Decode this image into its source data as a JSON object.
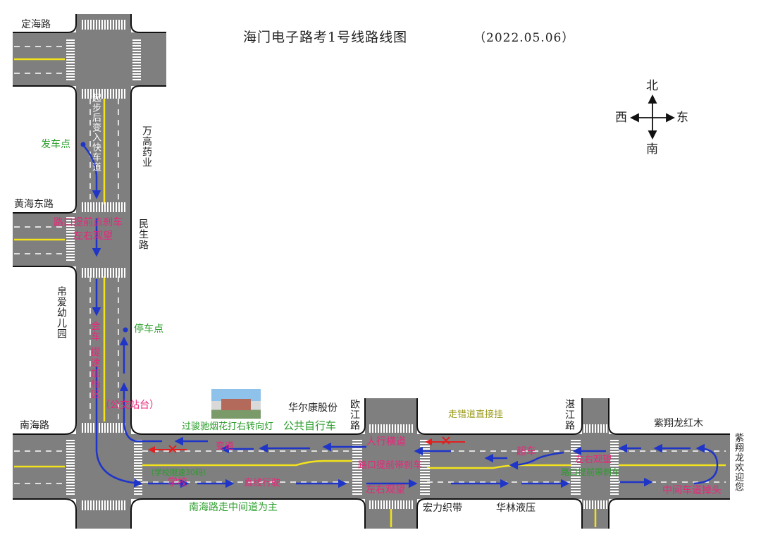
{
  "title": {
    "main": "海门电子路考1号线路线图",
    "date": "（2022.05.06）"
  },
  "compass": {
    "north": "北",
    "south": "南",
    "east": "东",
    "west": "西"
  },
  "roads": {
    "dinghai": "定海路",
    "huanghai_east": "黄海东路",
    "nanhai": "南海路",
    "minsheng": "民生路",
    "oujiang": "欧江路",
    "zhanjiang": "湛江路"
  },
  "landmarks": {
    "wangao": "万高药业",
    "fuai": "帛爱幼儿园",
    "huaerkang": "华尔康股份",
    "hongli": "宏力织带",
    "hualin": "华林液压",
    "zixiang_hongmu": "紫翔龙红木",
    "zixiang_welcome": "紫翔龙欢迎您"
  },
  "markers": {
    "start": "发车点",
    "stop": "停车点",
    "bus_stop": "（公交站台）",
    "public_bike": "公共自行车"
  },
  "instructions": {
    "start_merge": "起步后变入快车道",
    "brake_look": "路口提前点刹车",
    "look_lr_1": "左右观望",
    "meet": "会车",
    "speed_up": "提速加档区",
    "turn_signal": "过骏驰烟花打右转向灯",
    "lane_change": "变道",
    "school_limit": "（学校限速30码）",
    "school": "学校",
    "straight": "直线行驶",
    "nanhai_middle": "南海路走中间道为主",
    "crosswalk": "人行横道",
    "brake_intersection": "路口提前带刹车",
    "look_lr_2": "左右观望",
    "wrong_lane": "走错道直接挂",
    "overtake": "超车",
    "look_lr_3": "左右观望",
    "brake_intersection_2": "路口提前带刹车",
    "uturn": "中间车道掉头"
  },
  "colors": {
    "road": "#7f7f7f",
    "route": "#1f35c8",
    "instruction": "#e8267a",
    "note": "#2a9d2a",
    "lane_yellow": "#f2e21b",
    "wrong": "#e02020"
  }
}
